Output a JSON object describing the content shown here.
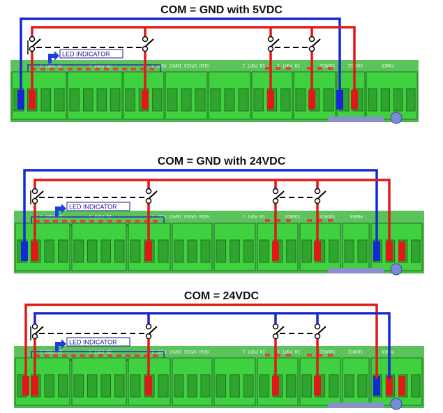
{
  "panels": [
    {
      "title": "COM = GND with 5VDC",
      "led_label": "LED INDICATOR",
      "silkscreen": [
        "IN PORT_2",
        "IN PORT_1",
        "HIGH SPEED INPUT PORT_1",
        "IN PORT_2",
        "IN PORT_1",
        "SOURCE",
        "SOURCE",
        "POWER"
      ],
      "com_wire_color": "#1428d4",
      "supply_wire_color": "#e01818",
      "switch_wire_color": "#e01818"
    },
    {
      "title": "COM = GND with 24VDC",
      "led_label": "LED INDICATOR",
      "silkscreen": [
        "IN PORT_2",
        "IN PORT_1",
        "HIGH SPEED INPUT PORT_2",
        "IN PORT_1",
        "SOURCE",
        "SOURCE",
        "POWER"
      ],
      "com_wire_color": "#1428d4",
      "supply_wire_color": "#e01818",
      "switch_wire_color": "#e01818"
    },
    {
      "title": "COM = 24VDC",
      "led_label": "LED INDICATOR",
      "silkscreen": [
        "IN PORT_2",
        "IN PORT_1",
        "HIGH SPEED INPUT PORT_1",
        "IN PORT_2",
        "IN PORT_1",
        "SOURCE",
        "SOURCE",
        "POWER"
      ],
      "com_wire_color": "#e01818",
      "supply_wire_color": "#1428d4",
      "switch_wire_color": "#1428d4"
    }
  ],
  "colors": {
    "board": "#4fb84f",
    "terminal": "#3fd13f",
    "terminal_dark": "#1f6f1f",
    "positive": "#e01818",
    "negative": "#1428d4",
    "led": "#e04040"
  }
}
